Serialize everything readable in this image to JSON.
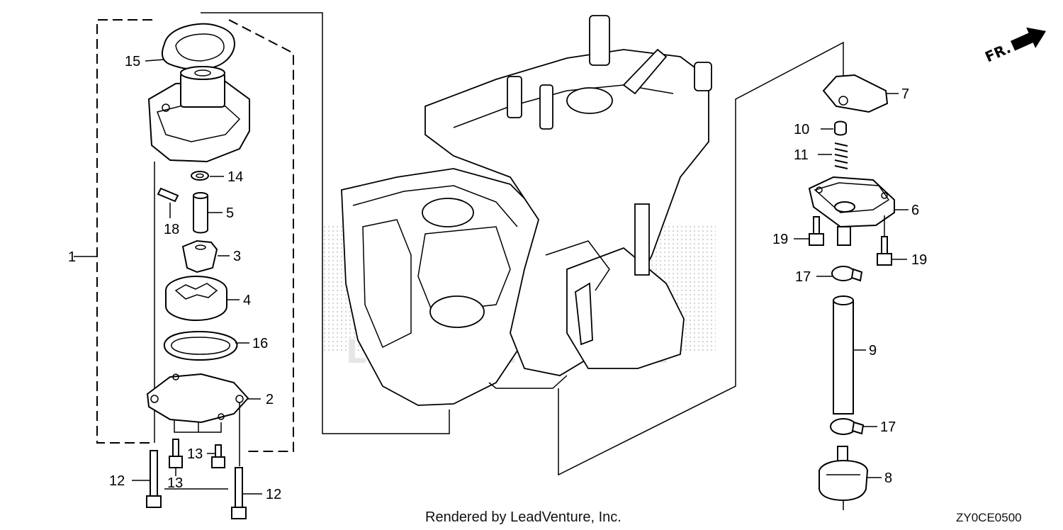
{
  "labels": {
    "p1": "1",
    "p2": "2",
    "p3": "3",
    "p4": "4",
    "p5": "5",
    "p6": "6",
    "p7": "7",
    "p8": "8",
    "p9": "9",
    "p10": "10",
    "p11": "11",
    "p12a": "12",
    "p12b": "12",
    "p13a": "13",
    "p13b": "13",
    "p14": "14",
    "p15": "15",
    "p16": "16",
    "p17a": "17",
    "p17b": "17",
    "p18": "18",
    "p19a": "19",
    "p19b": "19"
  },
  "direction_marker": "FR.",
  "footer": {
    "credit": "Rendered by LeadVenture, Inc.",
    "diagram_code": "ZY0CE0500"
  },
  "watermark": "LEADVENTURE",
  "colors": {
    "line": "#000000",
    "background": "#ffffff",
    "watermark": "#e6e6e6",
    "stipple": "#cfcfcf"
  },
  "icons": {
    "direction": "front-arrow-icon"
  }
}
